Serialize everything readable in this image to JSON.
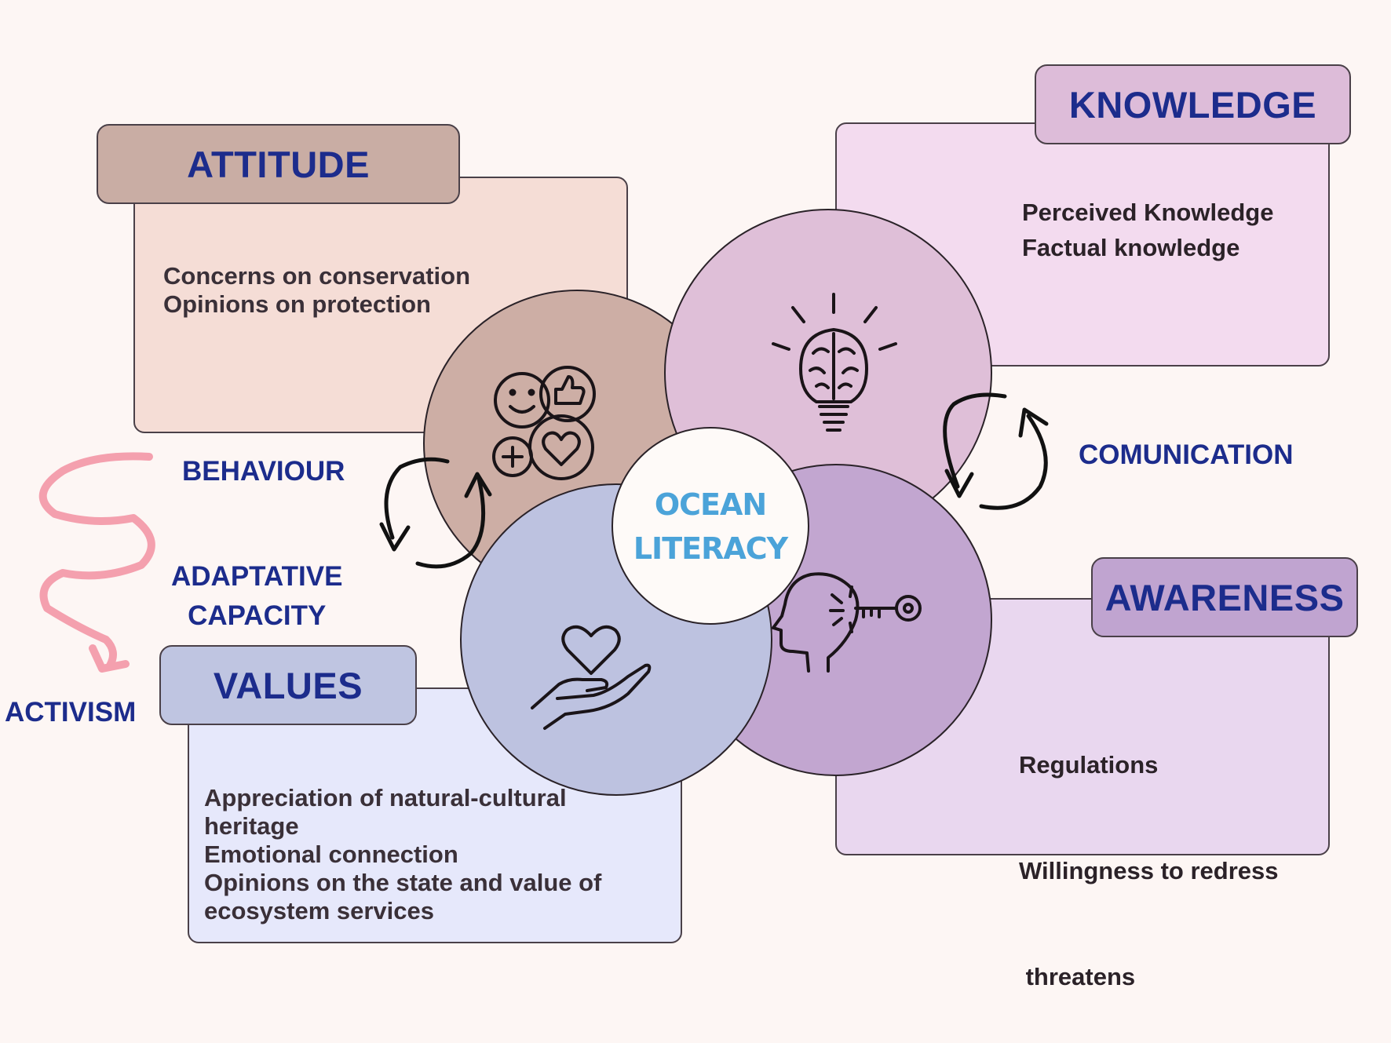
{
  "attitude": {
    "title": "ATTITUDE",
    "items": [
      "Concerns on conservation",
      "Opinions on protection"
    ]
  },
  "knowledge": {
    "title": "KNOWLEDGE",
    "items": [
      "Perceived Knowledge",
      "Factual knowledge"
    ]
  },
  "values": {
    "title": "VALUES",
    "items": [
      "Appreciation of natural-cultural",
      "heritage",
      "Emotional connection",
      "Opinions on the state and value of",
      "ecosystem services"
    ]
  },
  "awareness": {
    "title": "AWARENESS",
    "items": [
      "Regulations",
      "Willingness to redress",
      " threatens"
    ]
  },
  "center": {
    "line1": "OCEAN",
    "line2": "LITERACY"
  },
  "labels": {
    "behaviour": "BEHAVIOUR",
    "adaptative_line1": "ADAPTATIVE",
    "adaptative_line2": "CAPACITY",
    "activism": "ACTIVISM",
    "comunication": "COMUNICATION"
  },
  "icons": {
    "attitude": "emoji-thumbs-heart-icon",
    "knowledge": "lightbulb-brain-icon",
    "values": "hand-heart-icon",
    "awareness": "head-key-icon",
    "cycle": "cycle-arrows-icon",
    "squiggle": "squiggle-arrow-icon"
  },
  "colors": {
    "background": "#fdf6f4",
    "title_text": "#1c2c8c",
    "center_text": "#4ba3d9",
    "attitude_tab": "#c9ada4",
    "attitude_box": "#f5ddd6",
    "attitude_circle": "#cdaea5",
    "knowledge_tab": "#ddbcd9",
    "knowledge_box": "#f3dbef",
    "knowledge_circle": "#dfbfd8",
    "values_tab": "#bfc5e1",
    "values_box": "#e6e8fb",
    "values_circle": "#bdc2e0",
    "awareness_tab": "#c0a4d0",
    "awareness_box": "#e9d7ef",
    "awareness_circle": "#c2a6d0",
    "squiggle": "#f4a0ae"
  }
}
